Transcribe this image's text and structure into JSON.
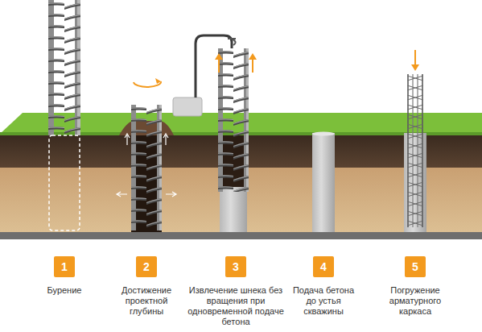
{
  "diagram": {
    "nodes": [
      {
        "text": [
          "1",
          "Бурение"
        ]
      },
      {
        "text": [
          "2",
          "Достижение проектной глубины"
        ]
      },
      {
        "text": [
          "3",
          "Извлечение шнека без вращения при одновременной подаче бетона"
        ]
      },
      {
        "text": [
          "4",
          "Подача бетона до устья скважины"
        ]
      },
      {
        "text": [
          "5",
          "Погружение арматурного каркаса"
        ]
      }
    ]
  }
}
